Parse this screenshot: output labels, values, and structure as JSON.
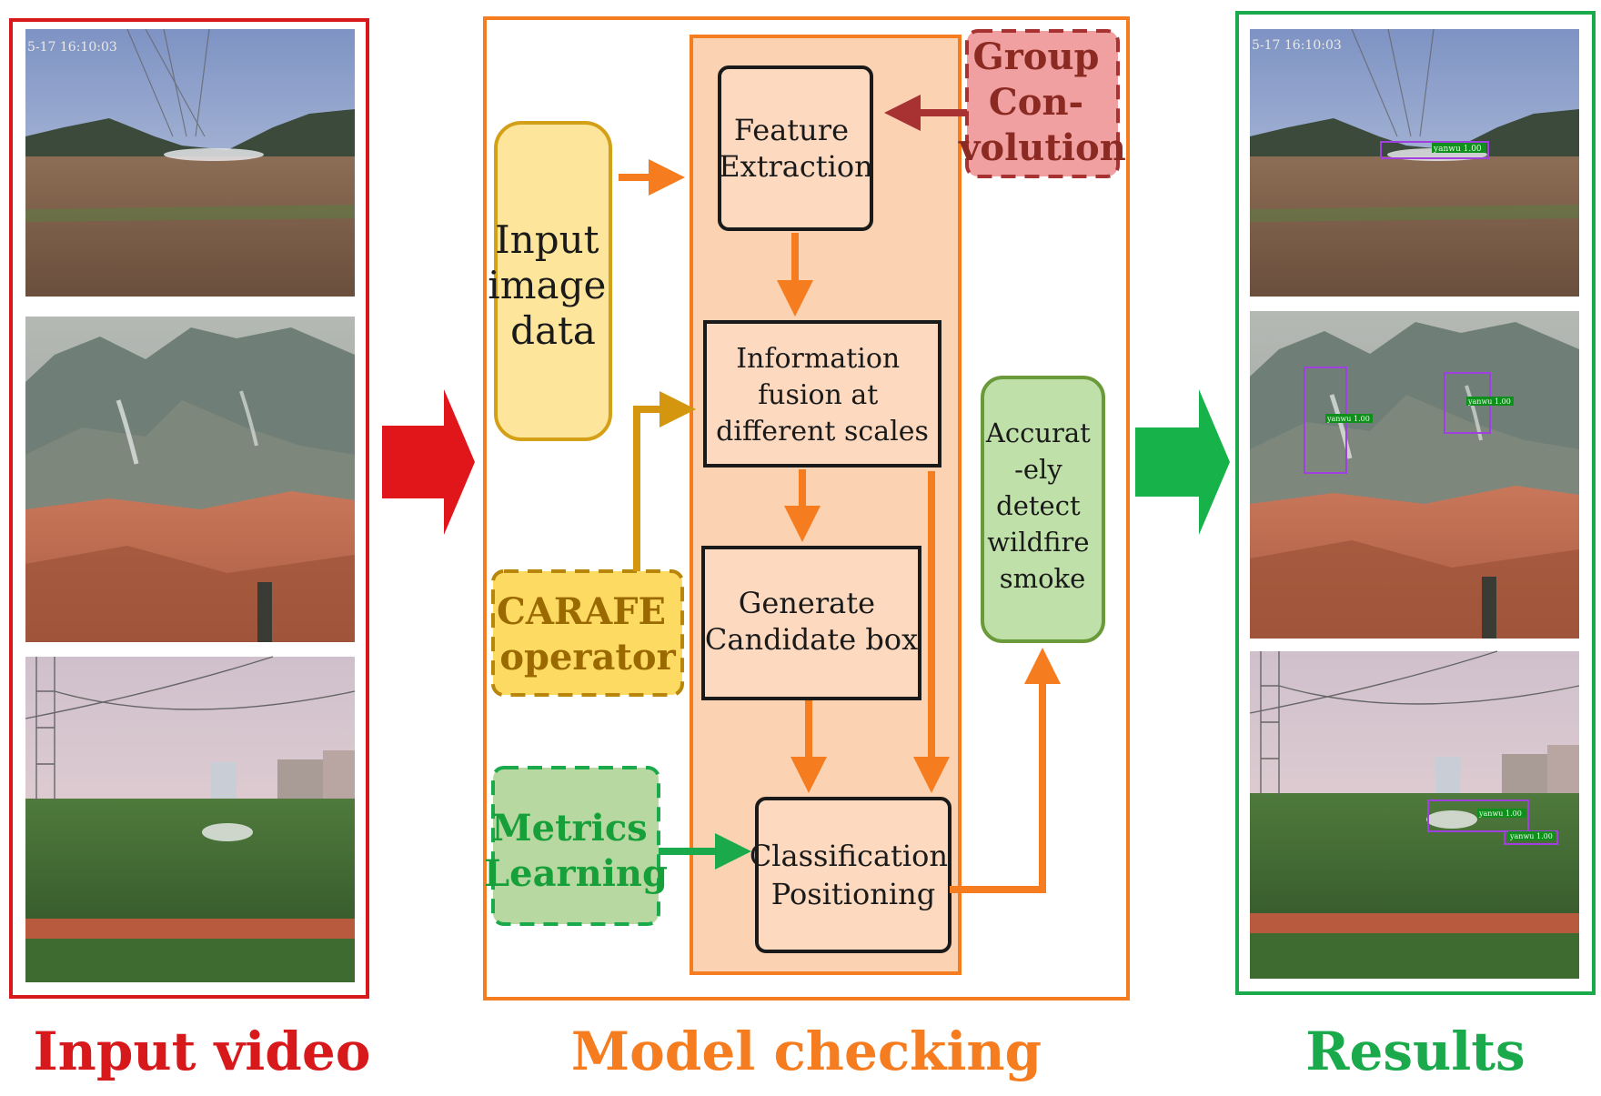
{
  "sections": {
    "input": "Input video",
    "model": "Model checking",
    "results": "Results"
  },
  "nodes": {
    "input_image_data": [
      "Input",
      "image",
      "data"
    ],
    "group_convolution": [
      "Group",
      "Con-",
      "volution"
    ],
    "feature_extraction": [
      "Feature",
      "Extraction"
    ],
    "information_fusion": [
      "Information",
      "fusion at",
      "different scales"
    ],
    "carafe_operator": [
      "CARAFE",
      "operator"
    ],
    "generate_candidate": [
      "Generate",
      "Candidate box"
    ],
    "metrics_learning": [
      "Metrics",
      "Learning"
    ],
    "classification": [
      "Classification",
      "Positioning"
    ],
    "accurately_detect": [
      "Accurat",
      "-ely",
      "detect",
      "wildfire",
      "smoke"
    ]
  },
  "photos": {
    "timestamp": "5-17 16:10:03"
  },
  "detections": {
    "label": "yanwu 1.00"
  },
  "colors": {
    "input_red": "#d7191c",
    "model_orange": "#f57c1f",
    "results_green": "#1aaa4b",
    "inner_panel": "#fbd3b3",
    "box_fill": "#fcd9bf",
    "input_node": "#fde59b",
    "input_node_border": "#d4a017",
    "group_conv": "#f0a0a0",
    "group_conv_border": "#a83232",
    "carafe": "#fddb63",
    "carafe_text": "#9a6a00",
    "metrics": "#b7d9a1",
    "metrics_text": "#17a03a",
    "accurate": "#bfe0a8",
    "accurate_border": "#6a9a3a",
    "detection_box": "#a040e0"
  }
}
